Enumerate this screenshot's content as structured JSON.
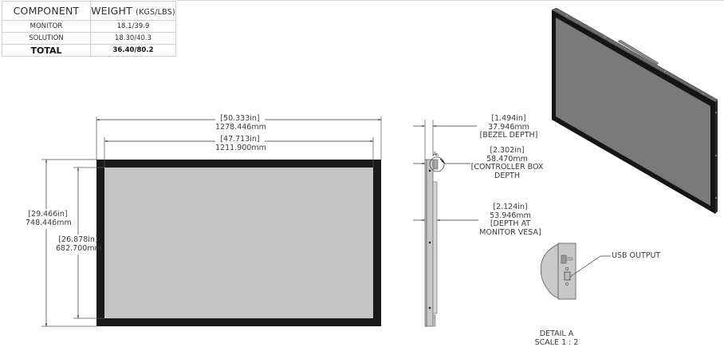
{
  "weight_table": {
    "headers": {
      "component": "COMPONENT",
      "weight_main": "WEIGHT ",
      "weight_units": "(KGS/LBS)"
    },
    "rows": [
      {
        "component": "MONITOR",
        "weight": "18.1/39.9"
      },
      {
        "component": "SOLUTION",
        "weight": "18.30/40.3"
      }
    ],
    "total": {
      "component": "TOTAL",
      "weight": "36.40/80.2"
    }
  },
  "front_view": {
    "overall_width": {
      "in": "[50.333in]",
      "mm": "1278.446mm"
    },
    "screen_width": {
      "in": "[47.713in]",
      "mm": "1211.900mm"
    },
    "overall_height": {
      "in": "[29.466in]",
      "mm": "748.446mm"
    },
    "screen_height": {
      "in": "[26.878in]",
      "mm": "682.700mm"
    }
  },
  "side_view": {
    "bezel_depth": {
      "in": "[1.494in]",
      "mm": "37.946mm",
      "label": "[BEZEL DEPTH]"
    },
    "controller_depth": {
      "in": "[2.302in]",
      "mm": "58.470mm",
      "label1": "[CONTROLLER BOX",
      "label2": "DEPTH"
    },
    "vesa_depth": {
      "in": "[2.124in]",
      "mm": "53.946mm",
      "label1": "[DEPTH AT",
      "label2": "MONITOR VESA]"
    },
    "detail_marker": "A"
  },
  "detail_view": {
    "callout": "USB OUTPUT",
    "title": "DETAIL A",
    "scale": "SCALE 1 : 2"
  },
  "colors": {
    "bezel": "#1a1a1a",
    "screen_front": "#c4c4c4",
    "screen_iso": "#7a7a7a",
    "dim_line": "#3a3a3a",
    "side_body": "#c8c8c8"
  }
}
